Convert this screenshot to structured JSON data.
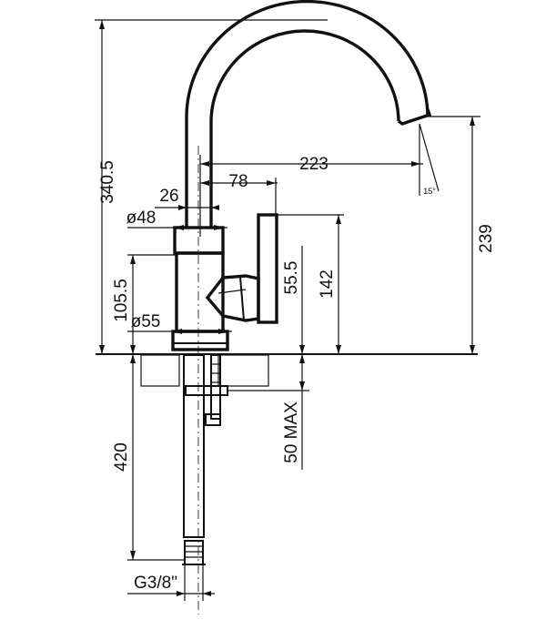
{
  "drawing": {
    "dimensions": {
      "overall_height": "340.5",
      "spout_reach": "223",
      "body_offset": "78",
      "spout_width": "26",
      "body_diameter": "ø48",
      "body_height": "105.5",
      "base_diameter": "ø55",
      "lever_offset": "55.5",
      "lever_height": "142",
      "spout_height": "239",
      "spout_angle": "15°",
      "hose_length": "420",
      "deck_thickness": "50 MAX",
      "connection_thread": "G3/8\""
    },
    "colors": {
      "line": "#111111",
      "background": "#ffffff",
      "hatch": "#555555"
    }
  }
}
